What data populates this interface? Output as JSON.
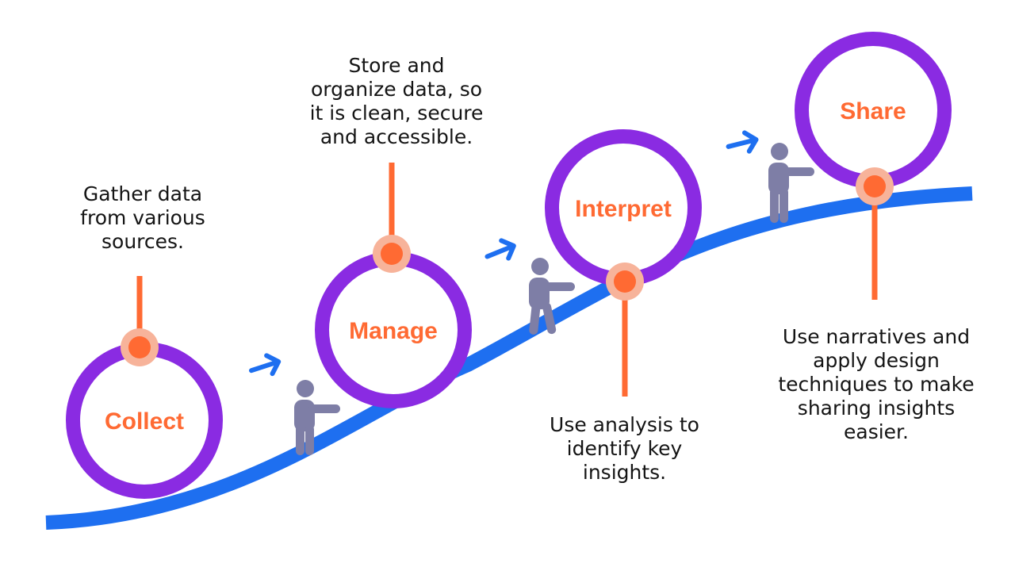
{
  "colors": {
    "path": "#1e6ff0",
    "ring": "#8a2be2",
    "accent": "#ff6a33",
    "halo": "#f7b39a",
    "person": "#7e7ea6",
    "text": "#141414"
  },
  "stages": [
    {
      "label": "Collect",
      "description": "Gather data\nfrom various\nsources."
    },
    {
      "label": "Manage",
      "description": "Store and\norganize data, so\nit is clean, secure\nand accessible."
    },
    {
      "label": "Interpret",
      "description": "Use analysis to\nidentify key\ninsights."
    },
    {
      "label": "Share",
      "description": "Use narratives and\napply design\ntechniques to make\nsharing insights\neasier."
    }
  ],
  "icons": {
    "person": "person-pointing-icon",
    "arrow": "arrow-right-icon"
  }
}
